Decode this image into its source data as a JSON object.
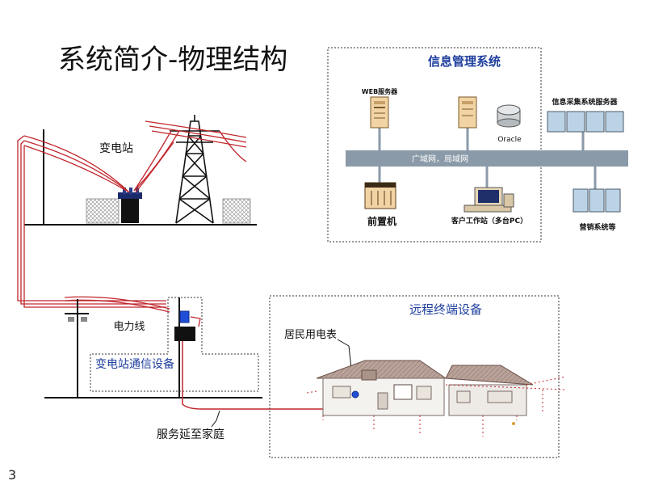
{
  "slide": {
    "title": "系统简介-物理结构",
    "page_number": "3"
  },
  "colors": {
    "power_line": "#c1272d",
    "blue_text": "#1f3f9e",
    "network_bar": "#8a9aa8",
    "server_body": "#f2d3a4",
    "meter_blue": "#1f4fd6"
  },
  "info_system": {
    "title": "信息管理系统",
    "web_server": "WEB服务器",
    "oracle": "Oracle",
    "collector_server": "信息采集系统服务器",
    "network": "广域网，局域网",
    "front_end": "前置机",
    "client": "客户工作站（多台PC）",
    "marketing": "营销系统等"
  },
  "substation": {
    "label": "变电站"
  },
  "power_line_label": "电力线",
  "substation_comm": {
    "label": "变电站通信设备"
  },
  "remote_terminal": {
    "title": "远程终端设备",
    "meter_label": "居民用电表"
  },
  "service_label": "服务延至家庭"
}
